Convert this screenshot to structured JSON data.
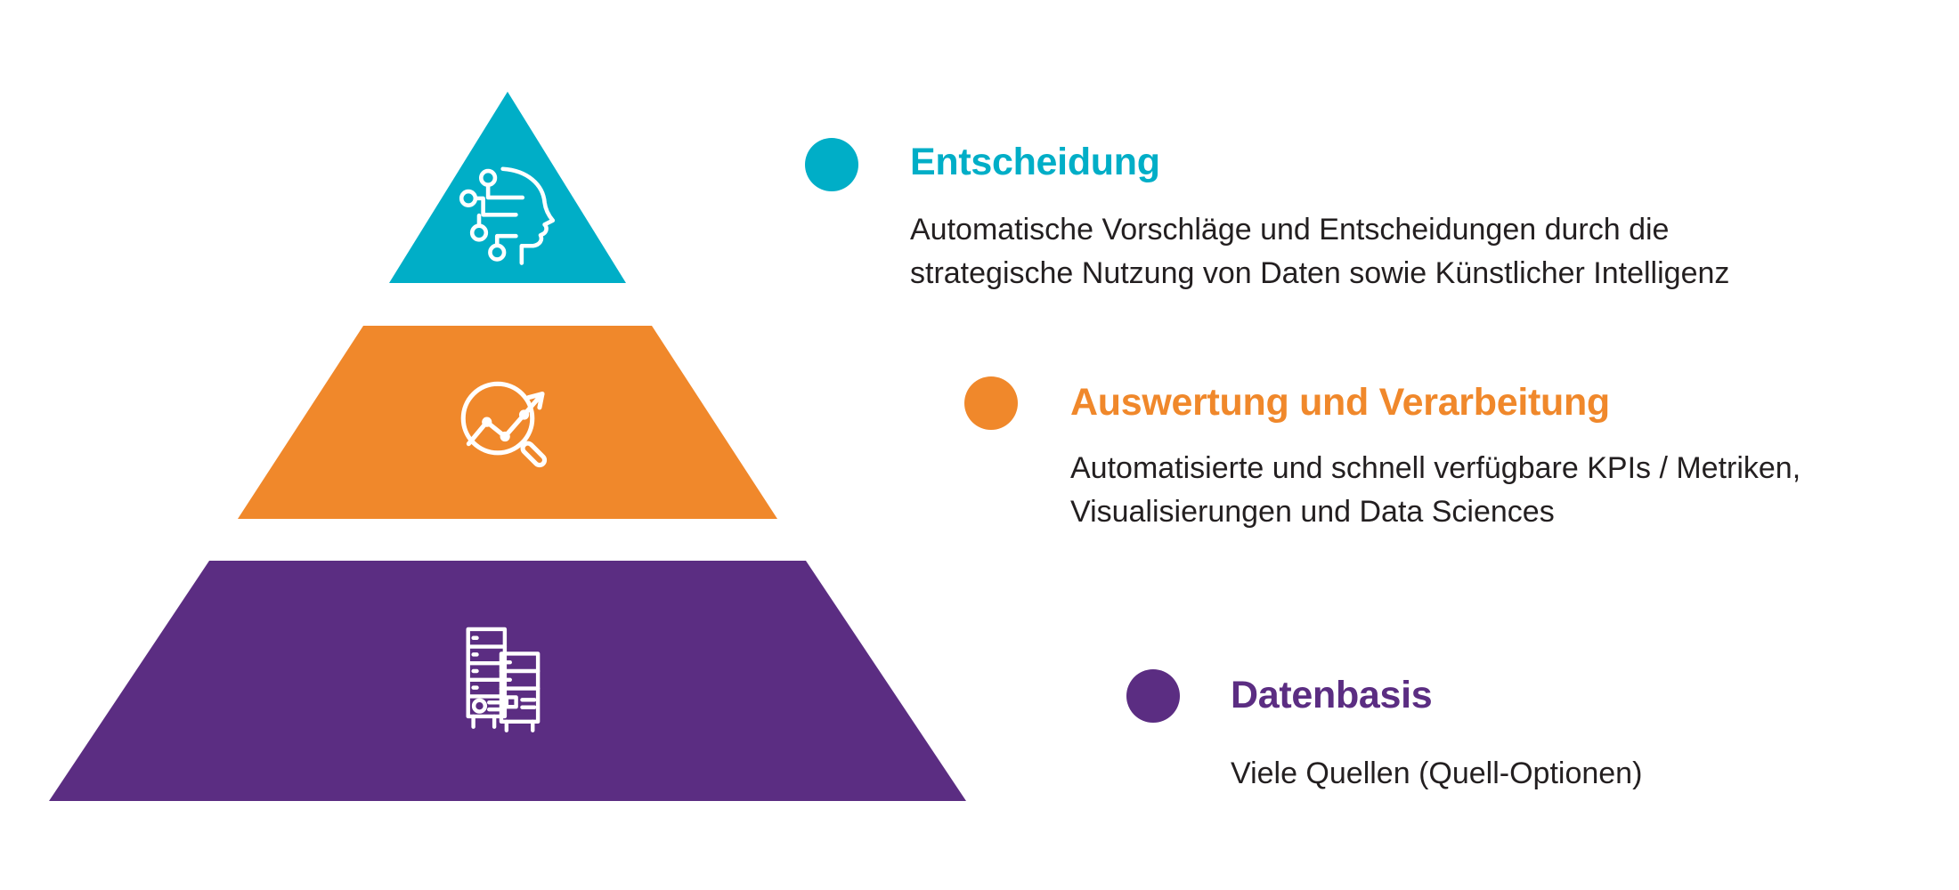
{
  "diagram": {
    "type": "pyramid",
    "background_color": "#FFFFFF",
    "text_color": "#231F20",
    "levels": [
      {
        "position": "top",
        "label": "Entscheidung",
        "description_lines": [
          "Automatische Vorschläge und Entscheidungen durch die",
          "strategische Nutzung von Daten sowie Künstlicher Intelligenz"
        ],
        "color": "#00AEC7",
        "icon": "ai-head-icon"
      },
      {
        "position": "middle",
        "label": "Auswertung und Verarbeitung",
        "description_lines": [
          "Automatisierte und schnell verfügbare KPIs / Metriken,",
          "Visualisierungen und Data Sciences"
        ],
        "color": "#F0882B",
        "icon": "magnifier-chart-icon"
      },
      {
        "position": "bottom",
        "label": "Datenbasis",
        "description_lines": [
          "Viele Quellen (Quell-Optionen)"
        ],
        "color": "#5B2D82",
        "icon": "server-racks-icon"
      }
    ]
  }
}
